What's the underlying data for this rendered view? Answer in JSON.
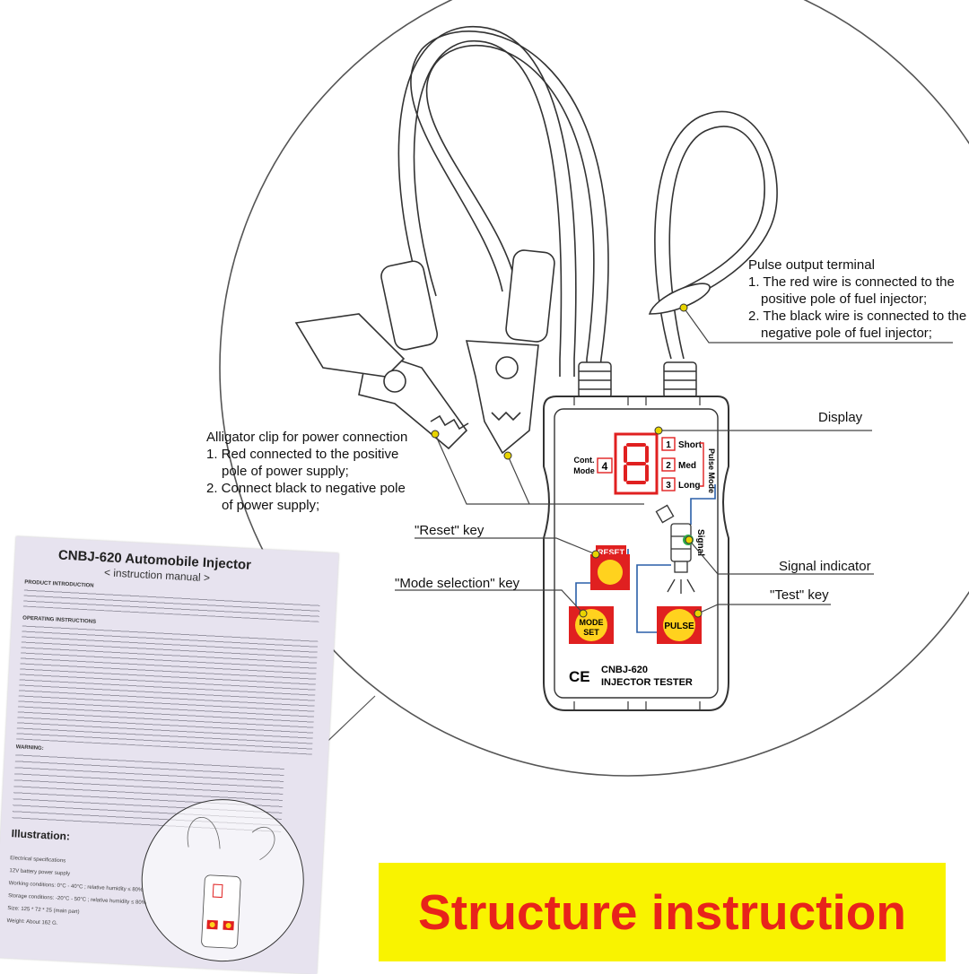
{
  "device": {
    "model": "CNBJ-620",
    "name": "INJECTOR TESTER",
    "ce_mark": "CE",
    "cont_mode_label_1": "Cont.",
    "cont_mode_label_2": "Mode",
    "cont_mode_number": "4",
    "display_digit": "8",
    "pulse_modes": [
      {
        "num": "1",
        "label": "Short"
      },
      {
        "num": "2",
        "label": "Med"
      },
      {
        "num": "3",
        "label": "Long"
      }
    ],
    "pulse_mode_label": "Pulse Mode",
    "signal_label": "Signal",
    "reset_label": "RESET",
    "mode_set_line1": "MODE",
    "mode_set_line2": "SET",
    "pulse_label": "PULSE"
  },
  "callouts": {
    "pulse_terminal": {
      "title": "Pulse output terminal",
      "line1": "1. The red wire is connected to the",
      "line2": "positive pole of fuel injector;",
      "line3": "2. The black wire is connected to the",
      "line4": "negative pole of fuel injector;"
    },
    "alligator": {
      "title": "Alligator clip for power connection",
      "line1": "1. Red connected to the positive",
      "line2": "pole of power supply;",
      "line3": "2. Connect black to negative pole",
      "line4": "of power supply;"
    },
    "display": "Display",
    "reset_key": "\"Reset\" key",
    "mode_key": "\"Mode selection\" key",
    "signal_indicator": "Signal indicator",
    "test_key": "\"Test\" key"
  },
  "manual": {
    "title": "CNBJ-620 Automobile Injector",
    "subtitle": "< instruction manual >",
    "product_intro_heading": "PRODUCT INTRODUCTION",
    "operating_heading": "OPERATING INSTRUCTIONS",
    "warning_heading": "WARNING:",
    "illustration_heading": "Illustration:",
    "specs_heading": "Electrical specifications",
    "specs": [
      "12V battery power supply",
      "Working conditions: 0°C - 40°C ; relative humidity ≤ 80%",
      "Storage conditions: -20°C - 50°C ; relative humidity ≤ 80%",
      "Size: 125 * 72 * 25 (main part)",
      "Weight: About 162 G."
    ]
  },
  "banner": {
    "text": "Structure instruction"
  },
  "colors": {
    "banner_bg": "#f9f300",
    "banner_text": "#e8231b",
    "button_red": "#e02020",
    "button_yellow": "#ffd21e",
    "display_red": "#e02020",
    "signal_green": "#2faa4a",
    "callout_line": "#444444",
    "callout_dot": "#e8d400",
    "manual_paper": "#e7e3ef"
  }
}
